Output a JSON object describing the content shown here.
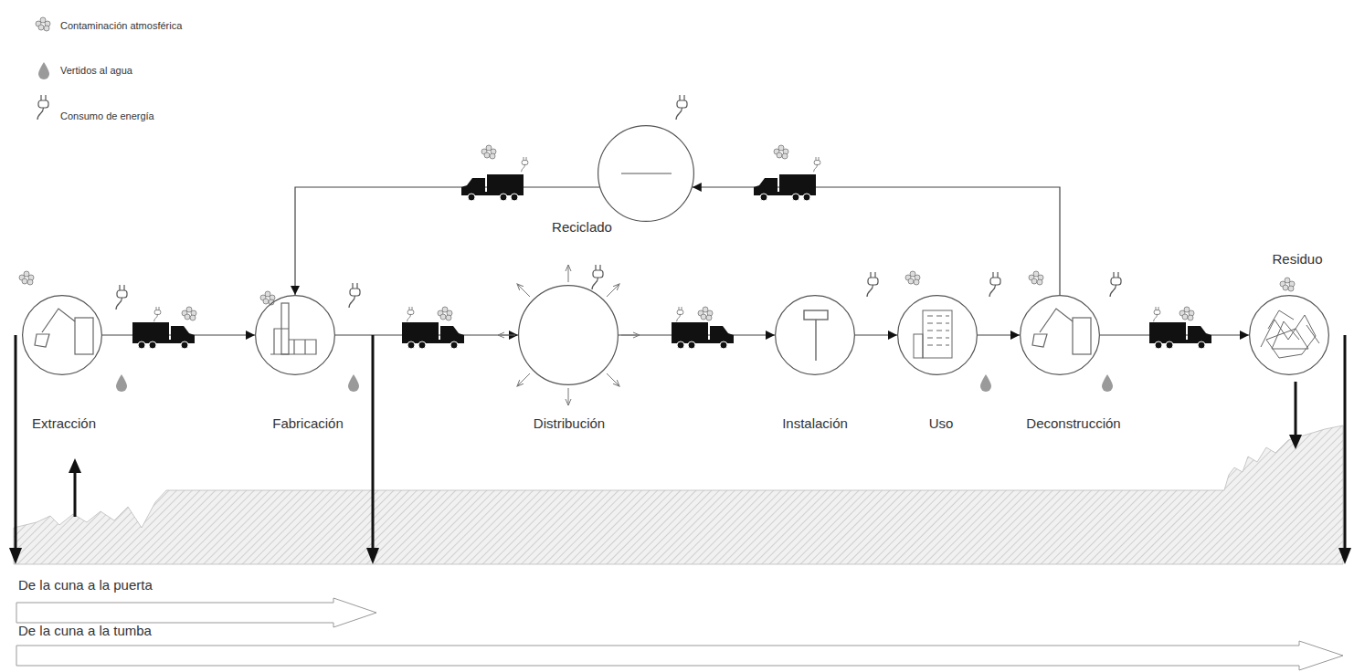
{
  "diagram": {
    "nodes": [
      {
        "text": [
          "Extracción"
        ]
      },
      {
        "text": [
          "Fabricación"
        ]
      },
      {
        "text": [
          "Distribución"
        ]
      },
      {
        "text": [
          "Instalación"
        ]
      },
      {
        "text": [
          "Uso"
        ]
      },
      {
        "text": [
          "Deconstrucción"
        ]
      },
      {
        "text": [
          "Residuo"
        ]
      },
      {
        "text": [
          "Reciclado"
        ]
      }
    ],
    "edges": [
      {
        "from": 0,
        "to": 1,
        "arrow": "to"
      },
      {
        "from": 1,
        "to": 2,
        "arrow": "to"
      },
      {
        "from": 2,
        "to": 3,
        "arrow": "to"
      },
      {
        "from": 3,
        "to": 4,
        "arrow": "to"
      },
      {
        "from": 4,
        "to": 5,
        "arrow": "to"
      },
      {
        "from": 5,
        "to": 6,
        "arrow": "to"
      },
      {
        "from": 5,
        "to": 7,
        "arrow": "to"
      },
      {
        "from": 7,
        "to": 1,
        "arrow": "to"
      }
    ],
    "labels": [
      "De la cuna a la puerta",
      "De la cuna a la tumba"
    ],
    "legend": [
      {
        "text": "Contaminación atmosférica"
      },
      {
        "text": "Vertidos al agua"
      },
      {
        "text": "Consumo de energía"
      }
    ]
  }
}
